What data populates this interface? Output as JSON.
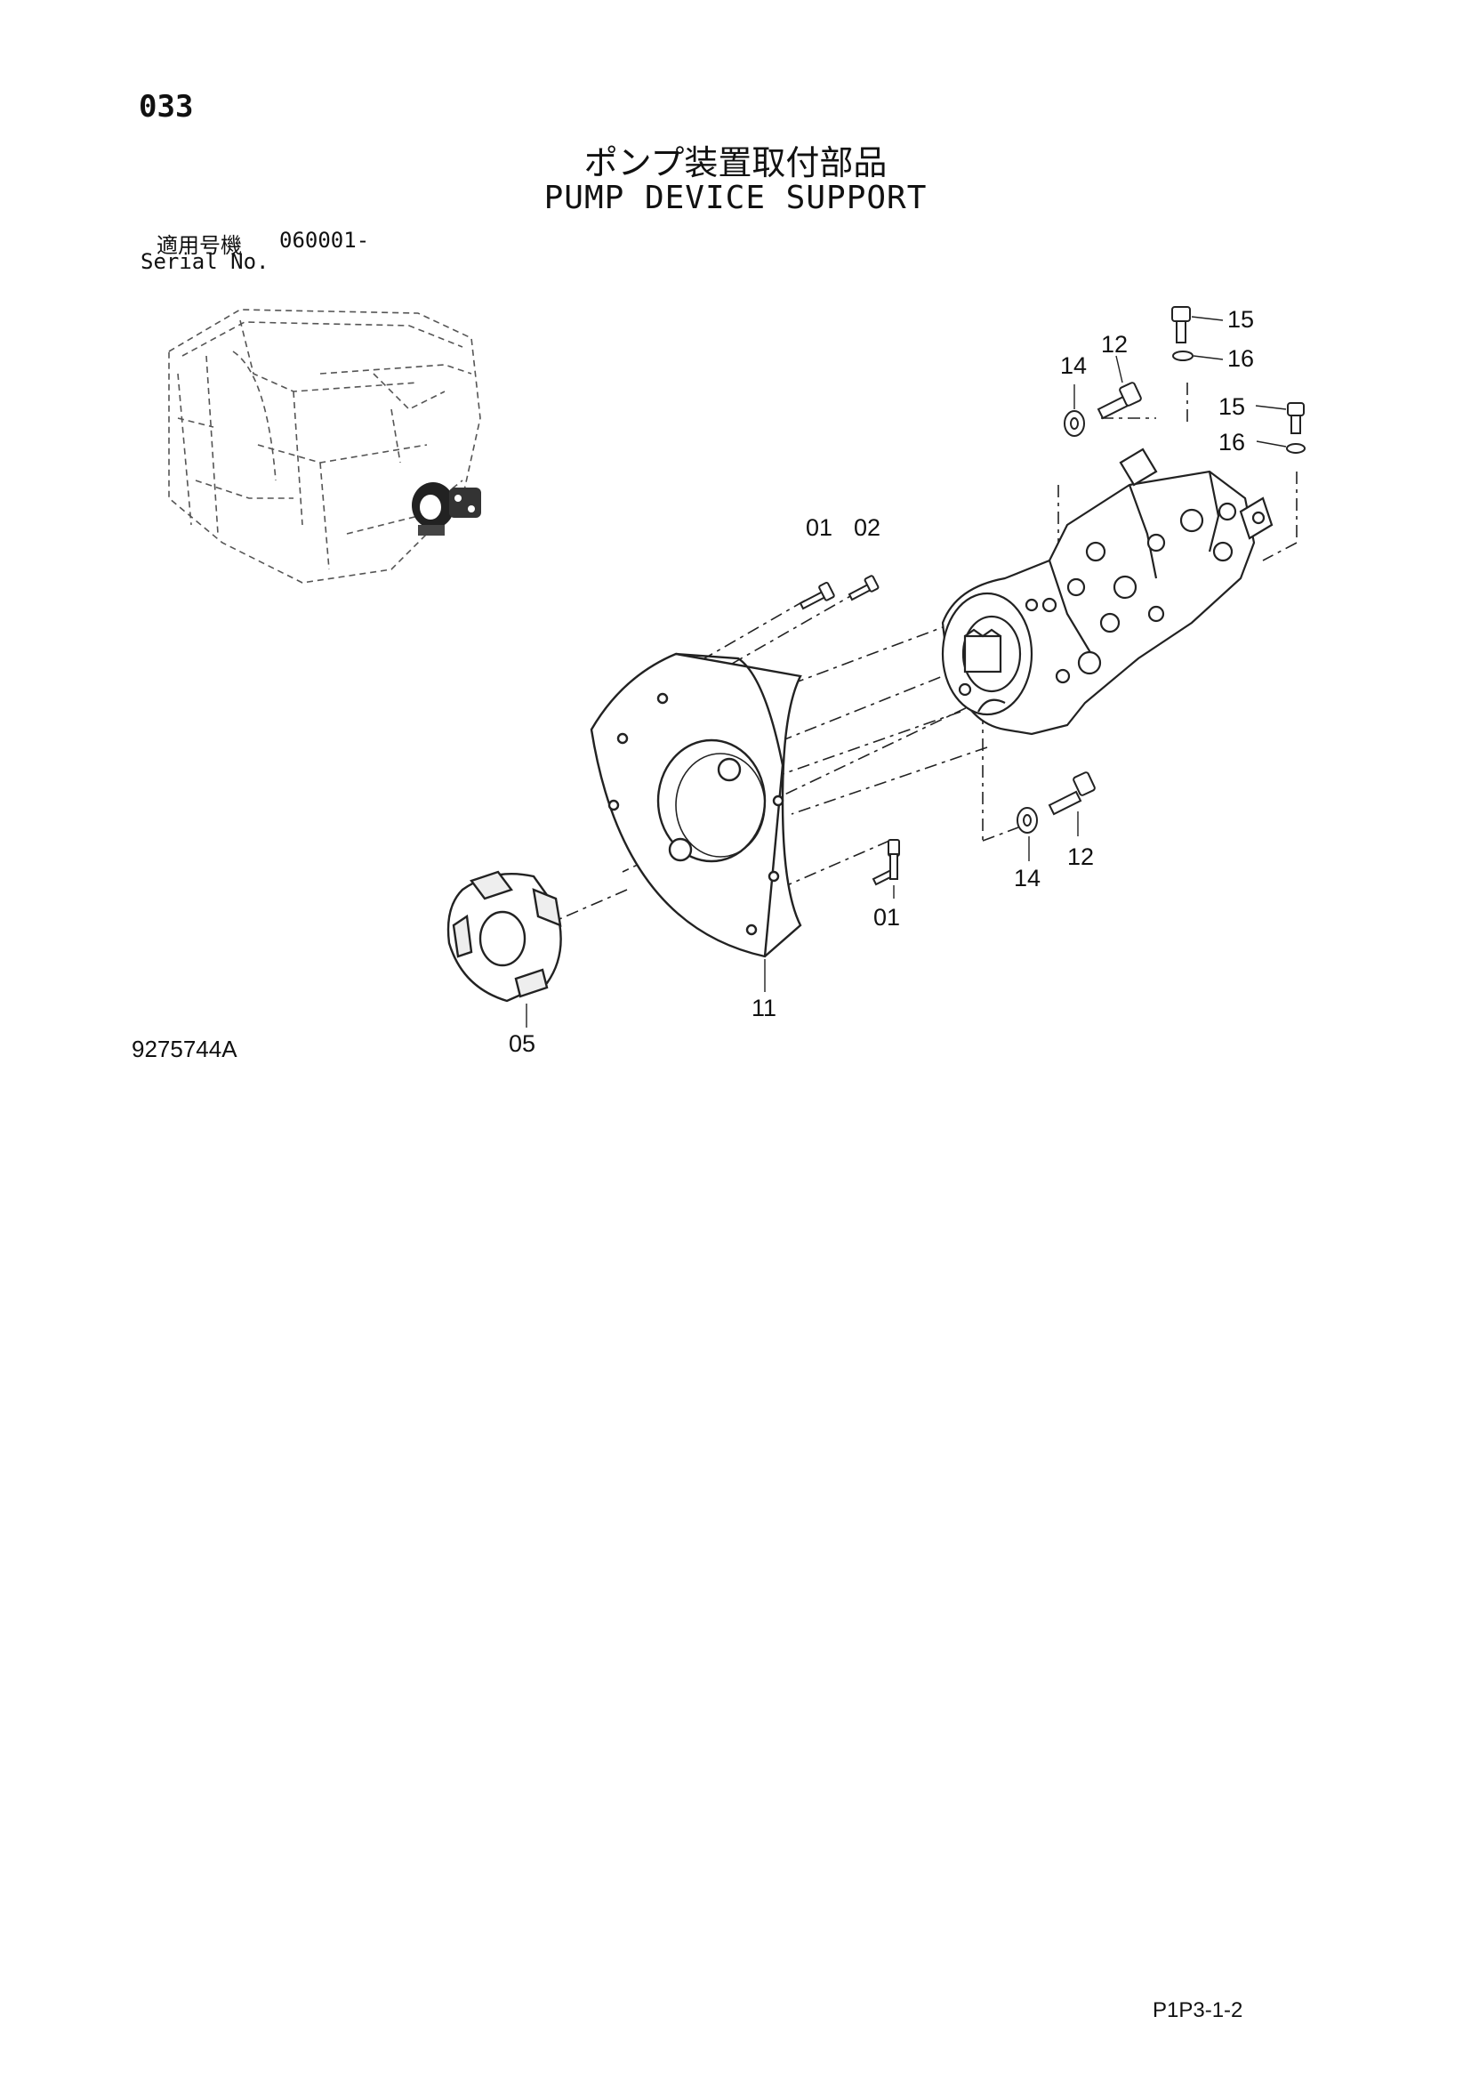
{
  "header": {
    "page_number": "033",
    "title_jp": "ポンプ装置取付部品",
    "title_en": "PUMP DEVICE SUPPORT",
    "serial_label_jp": "適用号機",
    "serial_value": "060001-",
    "serial_label_en": "Serial No."
  },
  "callouts": {
    "c01a": "01",
    "c02": "02",
    "c01b": "01",
    "c05": "05",
    "c11": "11",
    "c12a": "12",
    "c12b": "12",
    "c14a": "14",
    "c14b": "14",
    "c15a": "15",
    "c15b": "15",
    "c16a": "16",
    "c16b": "16"
  },
  "footer": {
    "diagram_code": "9275744A",
    "page_ref": "P1P3-1-2"
  }
}
